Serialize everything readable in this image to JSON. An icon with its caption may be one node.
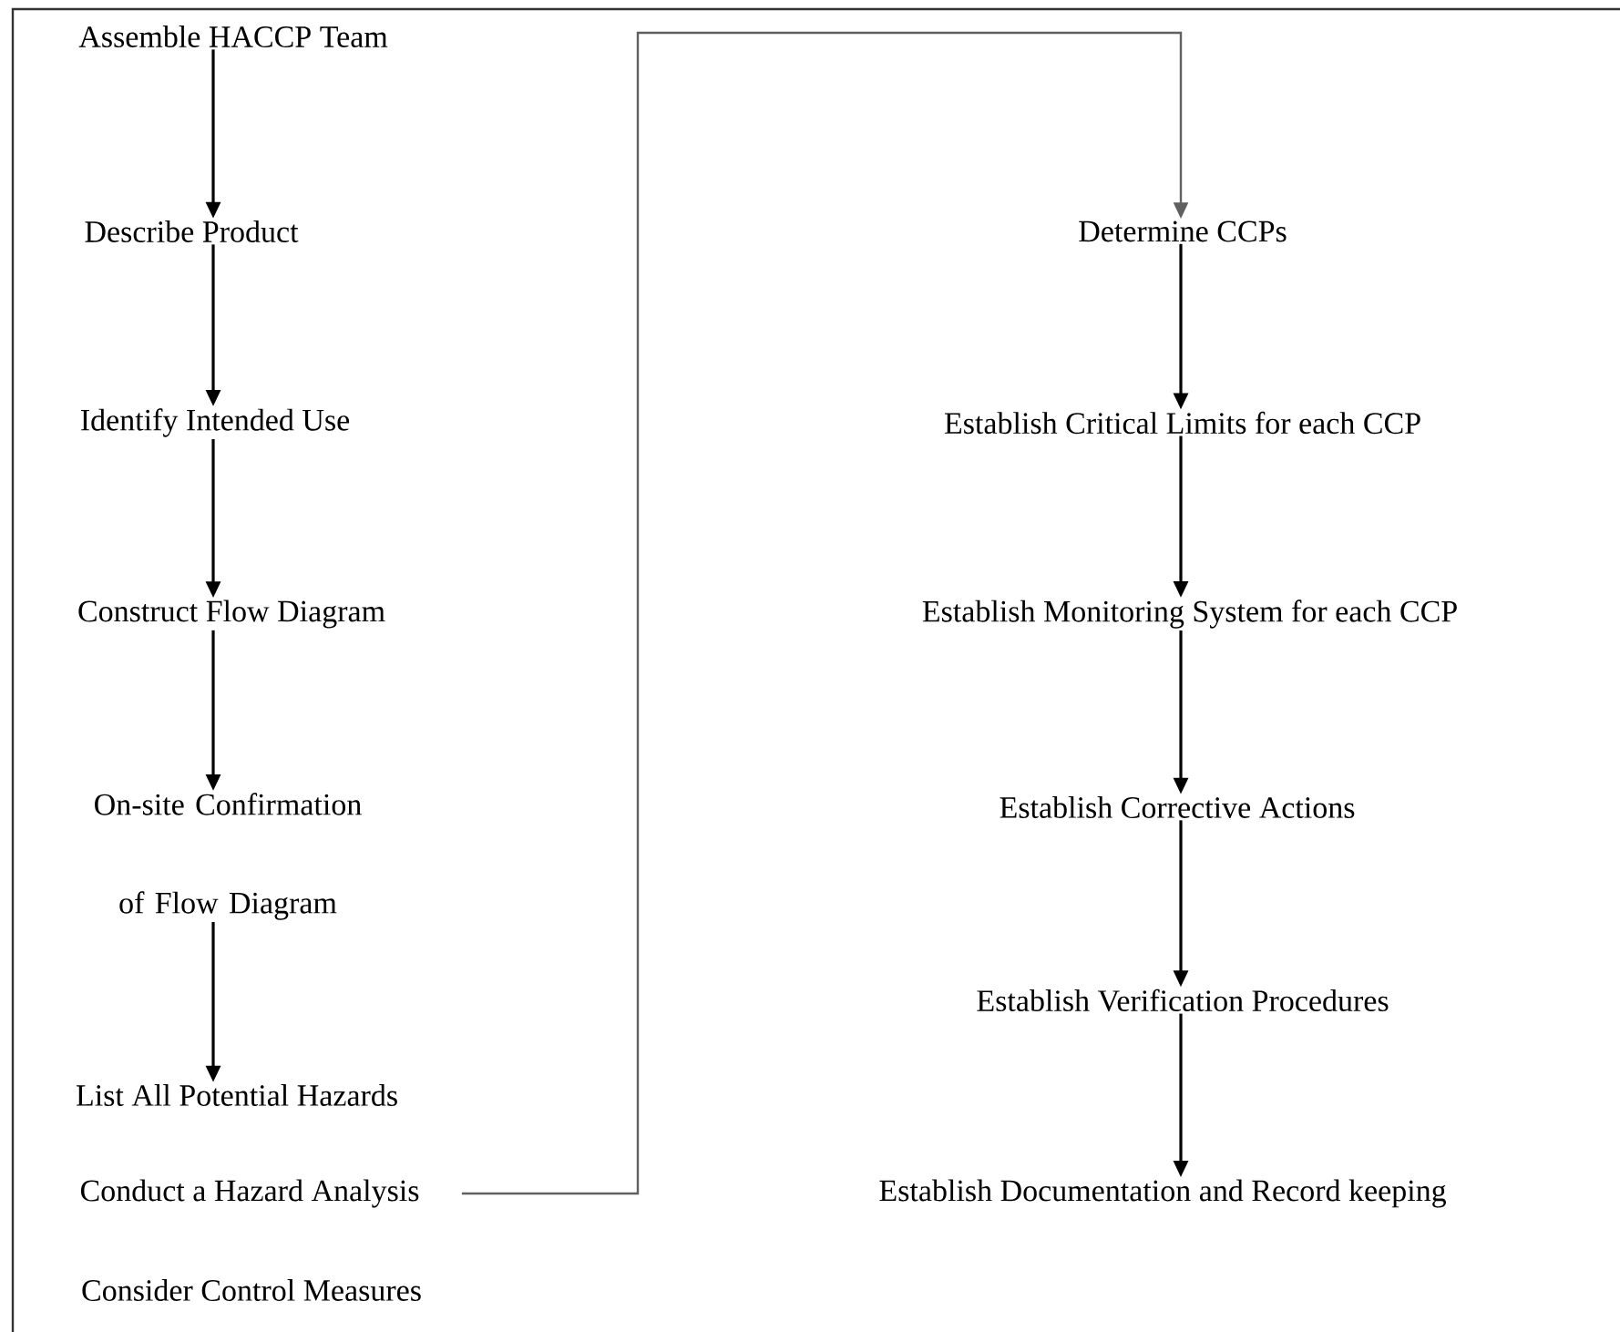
{
  "diagram": {
    "nodes": [
      {
        "text": [
          "Assemble HACCP Team"
        ]
      },
      {
        "text": [
          "Describe Product"
        ]
      },
      {
        "text": [
          "Identify Intended Use"
        ]
      },
      {
        "text": [
          "Construct Flow Diagram"
        ]
      },
      {
        "text": [
          "On-site Confirmation of Flow Diagram"
        ]
      },
      {
        "text": [
          "List All Potential Hazards"
        ]
      },
      {
        "text": [
          "Conduct a Hazard Analysis"
        ]
      },
      {
        "text": [
          "Consider Control Measures"
        ]
      },
      {
        "text": [
          "Determine CCPs"
        ]
      },
      {
        "text": [
          "Establish Critical Limits for each CCP"
        ]
      },
      {
        "text": [
          "Establish Monitoring System for each CCP"
        ]
      },
      {
        "text": [
          "Establish Corrective Actions"
        ]
      },
      {
        "text": [
          "Establish Verification Procedures"
        ]
      },
      {
        "text": [
          "Establish Documentation and Record  keeping"
        ]
      }
    ],
    "edges": [
      {
        "from": 0,
        "to": 1,
        "arrow": "to"
      },
      {
        "from": 1,
        "to": 2,
        "arrow": "to"
      },
      {
        "from": 2,
        "to": 3,
        "arrow": "to"
      },
      {
        "from": 3,
        "to": 4,
        "arrow": "to"
      },
      {
        "from": 4,
        "to": 5,
        "arrow": "to"
      },
      {
        "from": 6,
        "to": 8,
        "arrow": "to",
        "color": "#606060"
      },
      {
        "from": 8,
        "to": 9,
        "arrow": "to"
      },
      {
        "from": 9,
        "to": 10,
        "arrow": "to"
      },
      {
        "from": 10,
        "to": 11,
        "arrow": "to"
      },
      {
        "from": 11,
        "to": 12,
        "arrow": "to"
      },
      {
        "from": 12,
        "to": 13,
        "arrow": "to"
      }
    ]
  }
}
